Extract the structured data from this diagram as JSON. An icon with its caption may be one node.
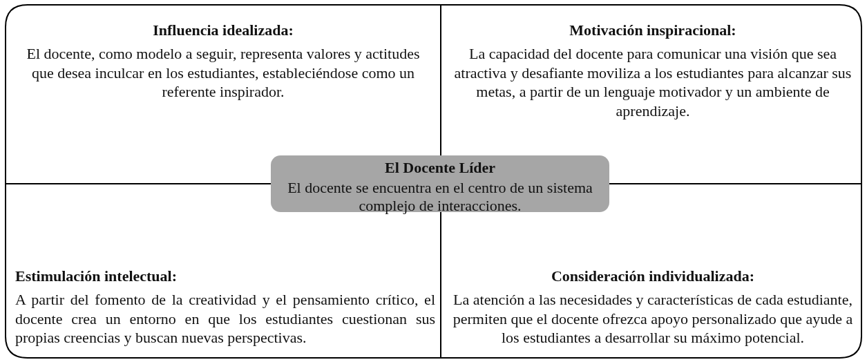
{
  "diagram": {
    "nodes": [
      {
        "text": [
          "Influencia idealizada:",
          "El docente, como modelo a seguir, representa valores y actitudes que desea inculcar en los estudiantes, estableciéndose como un referente inspirador."
        ]
      },
      {
        "text": [
          "Motivación inspiracional:",
          "La capacidad del docente para comunicar una visión que sea atractiva y desafiante moviliza a los estudiantes para alcanzar sus metas, a partir de un lenguaje motivador y un ambiente de aprendizaje."
        ]
      },
      {
        "text": [
          "Estimulación intelectual:",
          "A partir del fomento de la creatividad y el pensamiento crítico, el docente crea un entorno en que los estudiantes cuestionan sus propias creencias y buscan nuevas perspectivas."
        ]
      },
      {
        "text": [
          "Consideración individualizada:",
          "La atención a las necesidades y características de cada estudiante, permiten que el docente ofrezca apoyo personalizado que ayude a los estudiantes a desarrollar su máximo potencial."
        ]
      },
      {
        "text": [
          "El Docente Líder",
          "El docente se encuentra en el centro de un sistema complejo de interacciones."
        ]
      }
    ]
  }
}
